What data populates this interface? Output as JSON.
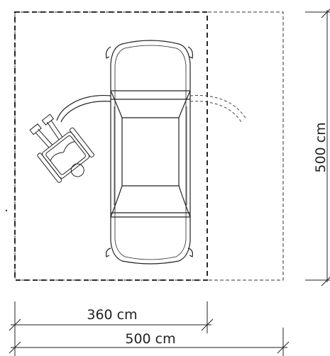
{
  "dimensions": {
    "parking_width_label": "360 cm",
    "total_width_label": "500 cm",
    "depth_label": "500 cm"
  },
  "colors": {
    "line": "#222222",
    "background": "#ffffff"
  }
}
